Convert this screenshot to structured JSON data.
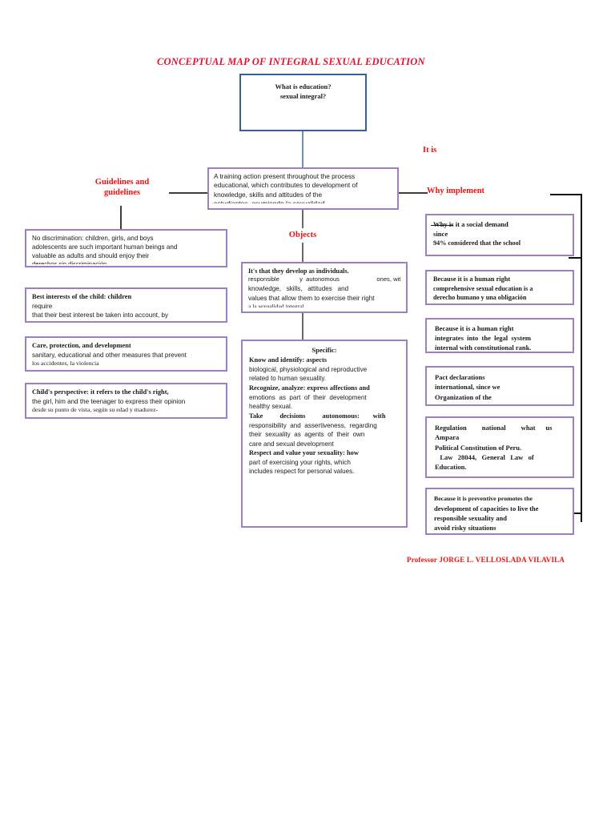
{
  "title": "CONCEPTUAL MAP OF INTEGRAL SEXUAL EDUCATION",
  "colors": {
    "title_red": "#e8112d",
    "label_red": "#ee1111",
    "box_purple": "#9d7fc4",
    "box_blue": "#3a5f91",
    "connector_blue": "#6d8fb5",
    "connector_dark": "#3d3d3d"
  },
  "root": {
    "line1": "What is education?",
    "line2": "sexual integral?"
  },
  "central": {
    "line1": "A training action present throughout the process",
    "line2": "educational, which contributes to development of",
    "line3": "knowledge, skills and attitudes of the",
    "line4_clipped": "estudiantes, asumiendo la sexualidad"
  },
  "labels": {
    "guidelines": "Guidelines and\nguidelines",
    "guidelines_l1": "Guidelines and",
    "guidelines_l2": "guidelines",
    "objects": "Objects",
    "it_is": "It is",
    "why_implement": "Why implement"
  },
  "left_column": {
    "boxes": [
      {
        "name": "no-discrimination",
        "lines": [
          "No discrimination: children, girls, and boys",
          "adolescents  are  such  important  human  beings  and",
          "valuable  as  adults  and  should  enjoy  their"
        ],
        "clipped": "derechos sin discriminación"
      },
      {
        "name": "best-interests",
        "head": "Best interests of the child: children",
        "lines": [
          "require",
          "that their best interest be taken into account, by"
        ],
        "clipped": ""
      },
      {
        "name": "care-protection-development",
        "head": "Care,   protection,   and   development",
        "lines": [
          "sanitary, educational and other measures that prevent"
        ],
        "clipped": "los accidentes, la violencia"
      },
      {
        "name": "childs-perspective",
        "head": "Child's perspective: it refers to the child's right,",
        "lines": [
          "the girl, him and the teenager to express their opinion"
        ],
        "clipped": "desde su punto de vista, según su edad y madurez-"
      }
    ]
  },
  "center_column": {
    "objects_box": {
      "head": "It's that they develop as individuals.",
      "lines": [
        "responsible            y  autonomous                      ones, with",
        "knowledge,   skills,   attitudes   and",
        "values that allow them to exercise their right"
      ],
      "clipped": "a la sexualidad integral"
    },
    "specific_box": {
      "title": "Specific:",
      "items": [
        {
          "head": "Know and identify: aspects",
          "body": [
            "biological, physiological and reproductive",
            "related to human sexuality."
          ]
        },
        {
          "head": "Recognize, analyze: express affections and",
          "body": [
            "emotions  as  part  of  their  development",
            "healthy sexual."
          ]
        },
        {
          "head": "Take          decisions          autonomous:        with",
          "body": [
            "responsibility  and  assertiveness,  regarding",
            "their  sexuality  as  agents  of  their  own",
            "care and sexual development"
          ]
        },
        {
          "head": "Respect and value your sexuality: how",
          "body": [
            "part of exercising your rights, which",
            "includes respect for personal values."
          ]
        }
      ]
    }
  },
  "right_column": {
    "boxes": [
      {
        "name": "social-demand",
        "lines": [
          "Why is it a social demand",
          "since",
          "94% considered that the school"
        ]
      },
      {
        "name": "human-right-education",
        "lines": [
          "Because it is a human right",
          "comprehensive sexual education is a",
          "derecho humano y una obligación"
        ]
      },
      {
        "name": "human-right-legal-system",
        "lines": [
          "Because it is a human right",
          "integrates  into  the  legal  system",
          "internal with constitutional rank."
        ]
      },
      {
        "name": "pact-declarations",
        "lines": [
          "Pact declarations",
          "international, since we",
          "Organization of the"
        ]
      },
      {
        "name": "national-regulation",
        "lines": [
          "Regulation         national         what      us",
          "Ampara",
          "Political Constitution of Peru.",
          "   Law   28044,   General   Law   of",
          "Education."
        ]
      },
      {
        "name": "preventive",
        "lines": [
          "Because it is preventive promotes the",
          "development of capacities to live the",
          "responsible sexuality and",
          "avoid risky situations"
        ]
      }
    ]
  },
  "footer": {
    "signature": "Professor JORGE L. VELLOSLADA VILAVILA"
  }
}
